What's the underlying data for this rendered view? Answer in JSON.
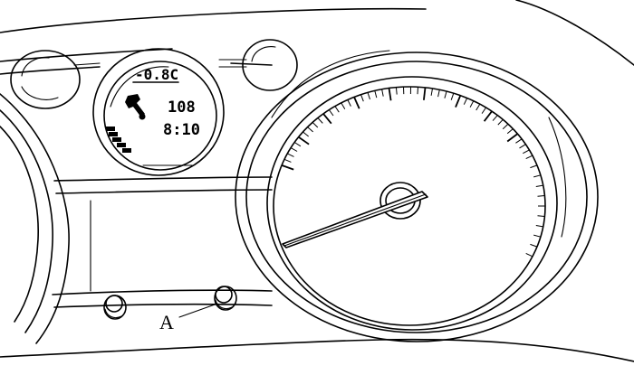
{
  "display": {
    "temperature": "-0.8C",
    "service_value": "108",
    "time": "8:10"
  },
  "callouts": [
    {
      "label": "A"
    }
  ],
  "icons": {
    "service": "wrench-icon",
    "gauge": "fuel-bar-icon"
  }
}
